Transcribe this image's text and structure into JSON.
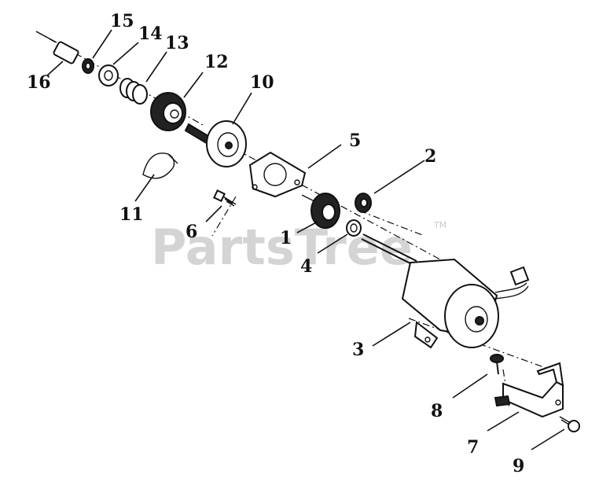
{
  "watermark": {
    "text": "PartsTree",
    "trademark": "TM"
  },
  "callouts": [
    {
      "id": "1",
      "label": "1"
    },
    {
      "id": "2",
      "label": "2"
    },
    {
      "id": "3",
      "label": "3"
    },
    {
      "id": "4",
      "label": "4"
    },
    {
      "id": "5",
      "label": "5"
    },
    {
      "id": "6",
      "label": "6"
    },
    {
      "id": "7",
      "label": "7"
    },
    {
      "id": "8",
      "label": "8"
    },
    {
      "id": "9",
      "label": "9"
    },
    {
      "id": "10",
      "label": "10"
    },
    {
      "id": "11",
      "label": "11"
    },
    {
      "id": "12",
      "label": "12"
    },
    {
      "id": "13",
      "label": "13"
    },
    {
      "id": "14",
      "label": "14"
    },
    {
      "id": "15",
      "label": "15"
    },
    {
      "id": "16",
      "label": "16"
    }
  ],
  "colors": {
    "ink": "#111111",
    "watermark": "#d4d4d4",
    "background": "#ffffff"
  }
}
